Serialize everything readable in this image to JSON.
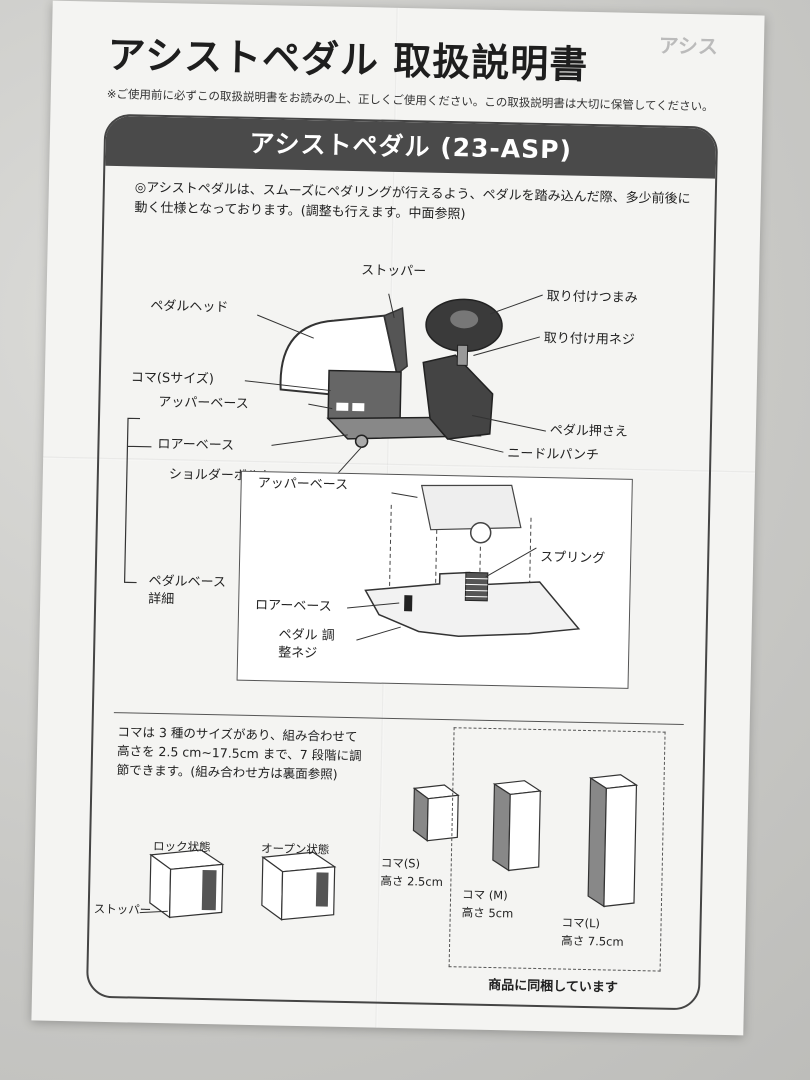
{
  "header": {
    "title": "アシストペダル 取扱説明書",
    "note": "※ご使用前に必ずこの取扱説明書をお読みの上、正しくご使用ください。この取扱説明書は大切に保管してください。",
    "ghost_tag": "アシス"
  },
  "section": {
    "banner": "アシストペダル (23-ASP)",
    "intro": "◎アシストペダルは、スムーズにペダリングが行えるよう、ペダルを踏み込んだ際、多少前後に動く仕様となっております。(調整も行えます。中面参照)"
  },
  "parts": {
    "stopper": "ストッパー",
    "pedal_head": "ペダルヘッド",
    "mount_knob": "取り付けつまみ",
    "mount_screw": "取り付け用ネジ",
    "koma_s": "コマ(Sサイズ)",
    "upper_base": "アッパーベース",
    "lower_base": "ロアーベース",
    "pedal_holder": "ペダル押さえ",
    "needle_punch": "ニードルパンチ",
    "shoulder_bolt": "ショルダーボルト",
    "pedal_base_detail": "ペダルベース 詳細"
  },
  "detail": {
    "upper_base": "アッパーベース",
    "spring": "スプリング",
    "lower_base": "ロアーベース",
    "adjust_screw": "ペダル 調整ネジ"
  },
  "koma": {
    "description": "コマは 3 種のサイズがあり、組み合わせて高さを 2.5 cm~17.5cm まで、7 段階に調節できます。(組み合わせ方は裏面参照)",
    "lock_state": "ロック状態",
    "open_state": "オープン状態",
    "stopper": "ストッパー",
    "s_name": "コマ(S)",
    "s_height": "高さ 2.5cm",
    "m_name": "コマ (M)",
    "m_height": "高さ 5cm",
    "l_name": "コマ(L)",
    "l_height": "高さ 7.5cm",
    "included": "商品に同梱しています"
  }
}
